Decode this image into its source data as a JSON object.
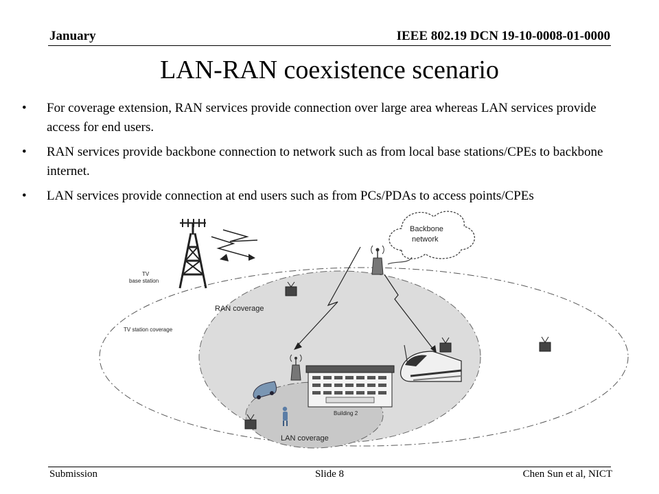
{
  "header": {
    "left": "January",
    "right": "IEEE 802.19 DCN 19-10-0008-01-0000"
  },
  "title": "LAN-RAN coexistence scenario",
  "bullets": [
    "For coverage extension,  RAN services provide connection over large area whereas LAN services provide access for end users.",
    "RAN services provide backbone connection to network such as from local base stations/CPEs to backbone internet.",
    "LAN services provide connection at end users such as from PCs/PDAs to access points/CPEs"
  ],
  "bullet_glyph": "•",
  "diagram": {
    "labels": {
      "tv_station_line1": "TV",
      "tv_station_line2": "base station",
      "backbone_line1": "Backbone",
      "backbone_line2": "network",
      "ran_coverage": "RAN coverage",
      "tv_coverage": "TV station coverage",
      "building": "Building 2",
      "lan_coverage": "LAN coverage"
    },
    "icons": [
      "tv-tower-icon",
      "antenna-icon",
      "tv-receiver-icon",
      "car-icon",
      "person-icon",
      "building-icon",
      "train-icon",
      "lightning-icon",
      "cloud-icon"
    ],
    "colors": {
      "ran_fill": "#dcdcdc",
      "lan_fill": "#c8c8c8",
      "line": "#333333"
    }
  },
  "footer": {
    "left": "Submission",
    "center": "Slide 8",
    "right": "Chen Sun et al, NICT"
  }
}
